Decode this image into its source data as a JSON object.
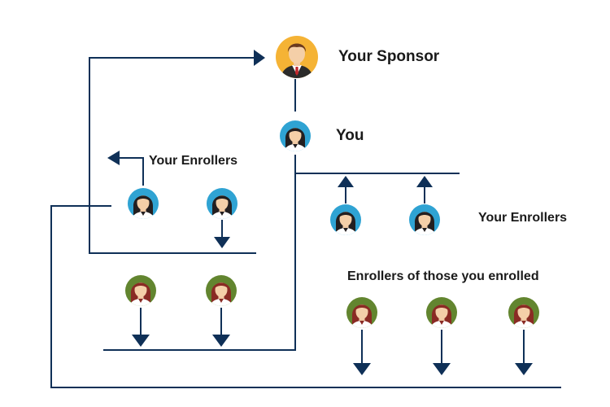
{
  "labels": {
    "sponsor": "Your Sponsor",
    "you": "You",
    "enrollers_left": "Your Enrollers",
    "enrollers_right": "Your Enrollers",
    "enrollers_of_enrolled": "Enrollers of those you enrolled"
  },
  "avatars": {
    "sponsor": "male-avatar-icon",
    "you": "female-avatar-icon",
    "enrollers": "female-avatar-icon",
    "downline": "female-avatar-icon"
  },
  "colors": {
    "line": "#0f3057",
    "sponsor_circle": "#f5b335",
    "you_circle": "#2fa3d3",
    "downline_circle": "#62852f"
  }
}
